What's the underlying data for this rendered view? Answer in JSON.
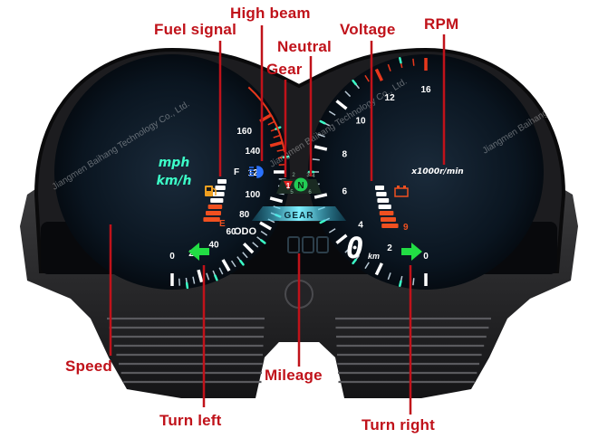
{
  "labels": {
    "fuel_signal": "Fuel signal",
    "high_beam": "High beam",
    "neutral": "Neutral",
    "gear": "Gear",
    "voltage": "Voltage",
    "rpm": "RPM",
    "speed": "Speed",
    "mileage": "Mileage",
    "turn_left": "Turn left",
    "turn_right": "Turn right"
  },
  "speedometer": {
    "ticks": [
      "0",
      "20",
      "40",
      "60",
      "80",
      "100",
      "120",
      "140",
      "160"
    ],
    "unit_mph": "mph",
    "unit_kmh": "km/h"
  },
  "tachometer": {
    "ticks": [
      "0",
      "2",
      "4",
      "6",
      "8",
      "10",
      "12",
      "16"
    ],
    "unit": "x1000r/min"
  },
  "fuel_gauge": {
    "full": "F",
    "empty": "E"
  },
  "voltage_gauge": {
    "max": "9"
  },
  "gear_panel": {
    "label": "GEAR",
    "neutral_letter": "N",
    "gear_number": "1",
    "gear_positions": [
      "1",
      "2",
      "3",
      "4",
      "5",
      "6"
    ]
  },
  "odometer": {
    "label": "ODO",
    "value": "0",
    "unit": "km"
  },
  "watermark": "Jiangmen Baihang Technology Co., Ltd.",
  "colors": {
    "callout": "#c0121a",
    "dial_white": "#ffffff",
    "dial_red": "#e8381c",
    "dial_green": "#3cffc8",
    "display_cyan": "#5fe8ff",
    "turn_green": "#22dd44",
    "fuel_orange": "#f05020",
    "neutral_green": "#22cc55",
    "gear_red": "#e02020",
    "high_beam_blue": "#2a72ff"
  }
}
